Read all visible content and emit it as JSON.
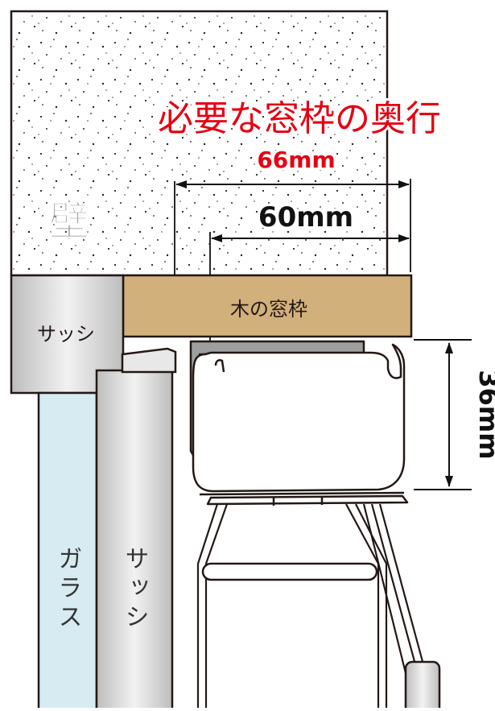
{
  "colors": {
    "accent_red": "#e60012",
    "wood": "#d2b07c",
    "glass": "#d6ebf2",
    "sash": "#e4e4e4",
    "outline": "#231815"
  },
  "labels": {
    "title": "必要な窓枠の奥行",
    "depth_required": "66mm",
    "depth_frame": "60mm",
    "height": "36mm",
    "wall": "壁",
    "wood_frame": "木の窓枠",
    "sash_top": "サッシ",
    "glass_vertical": "ガラス",
    "sash_vertical": "サッシ"
  }
}
